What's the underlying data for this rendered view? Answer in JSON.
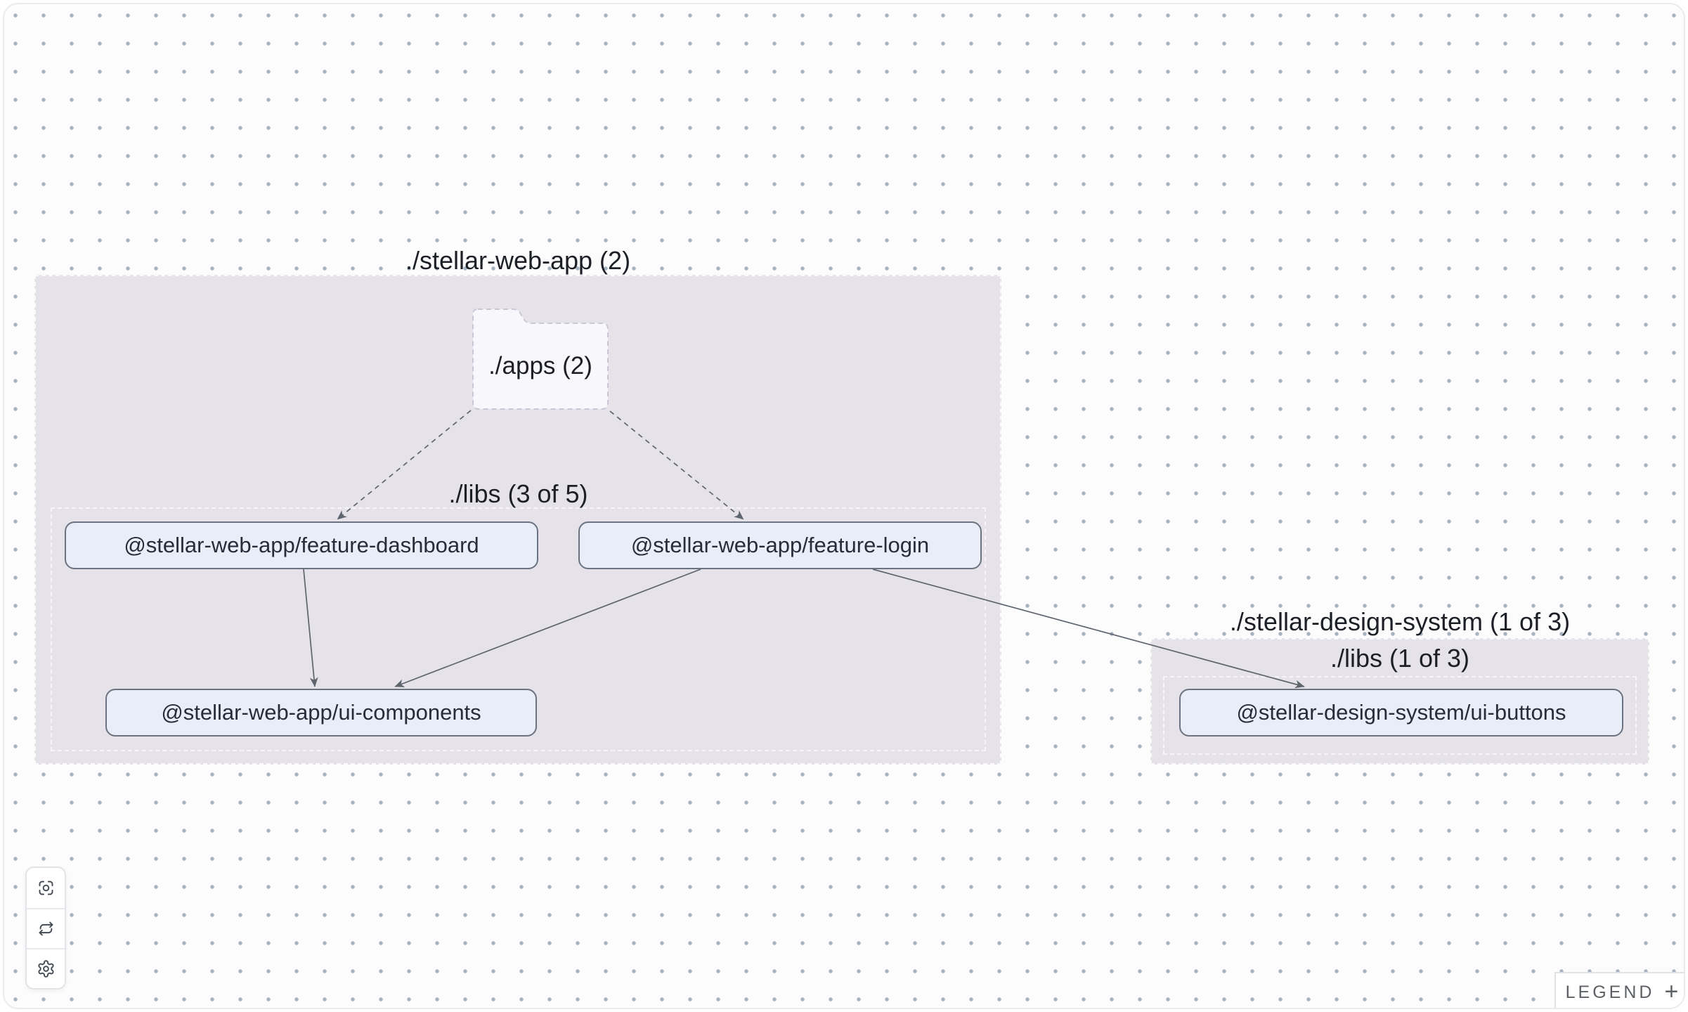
{
  "canvas": {
    "background": "#fcfcfd",
    "dot_color": "#a7b2c1",
    "group_fill": "#e5e3e9",
    "node_fill": "#e9edf7",
    "node_border": "#6b7280",
    "edge_color": "#5f656e"
  },
  "groups": [
    {
      "label": "./stellar-web-app (2)",
      "folder": {
        "label": "./apps (2)"
      },
      "subgroup": {
        "label": "./libs (3 of 5)"
      }
    },
    {
      "label": "./stellar-design-system (1 of 3)",
      "subgroup": {
        "label": "./libs (1 of 3)"
      }
    }
  ],
  "nodes": [
    {
      "label": "@stellar-web-app/feature-dashboard"
    },
    {
      "label": "@stellar-web-app/feature-login"
    },
    {
      "label": "@stellar-web-app/ui-components"
    },
    {
      "label": "@stellar-design-system/ui-buttons"
    }
  ],
  "edges": [
    {
      "from": "./apps",
      "to": "@stellar-web-app/feature-dashboard",
      "style": "dashed",
      "points": [
        670,
        584,
        480,
        739
      ]
    },
    {
      "from": "./apps",
      "to": "@stellar-web-app/feature-login",
      "style": "dashed",
      "points": [
        868,
        585,
        1058,
        739
      ]
    },
    {
      "from": "@stellar-web-app/feature-dashboard",
      "to": "@stellar-web-app/ui-components",
      "style": "solid",
      "points": [
        432,
        810,
        448,
        977
      ]
    },
    {
      "from": "@stellar-web-app/feature-login",
      "to": "@stellar-web-app/ui-components",
      "style": "solid",
      "points": [
        997,
        810,
        562,
        977
      ]
    },
    {
      "from": "@stellar-web-app/feature-login",
      "to": "@stellar-design-system/ui-buttons",
      "style": "solid",
      "points": [
        1242,
        810,
        1856,
        977
      ]
    }
  ],
  "toolbar": {
    "buttons": [
      {
        "name": "focus",
        "icon": "focus-icon"
      },
      {
        "name": "refresh",
        "icon": "refresh-icon"
      },
      {
        "name": "settings",
        "icon": "gear-icon"
      }
    ]
  },
  "legend": {
    "label": "LEGEND",
    "expand": "+"
  }
}
